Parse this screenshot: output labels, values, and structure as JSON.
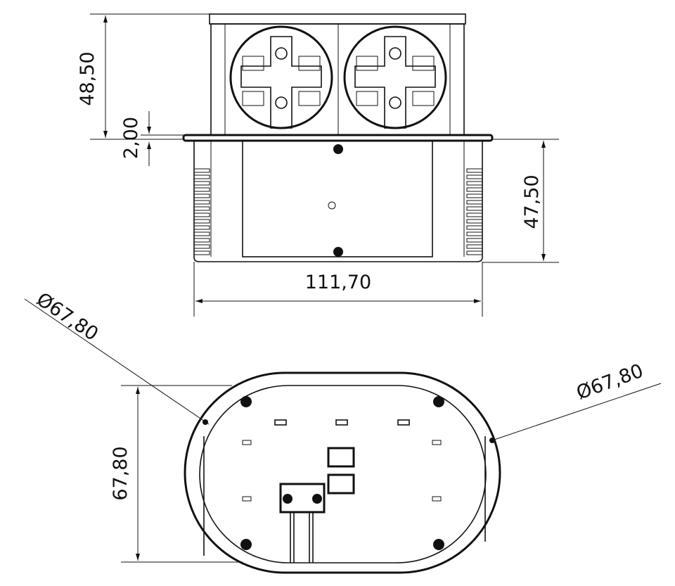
{
  "drawing": {
    "front_view": {
      "dim_socket_height": "48,50",
      "dim_flange_thickness": "2,00",
      "dim_body_height": "47,50",
      "dim_width": "111,70"
    },
    "bottom_view": {
      "dim_left_diameter": "Ø67,80",
      "dim_right_diameter": "Ø67,80",
      "dim_depth": "67,80"
    }
  }
}
